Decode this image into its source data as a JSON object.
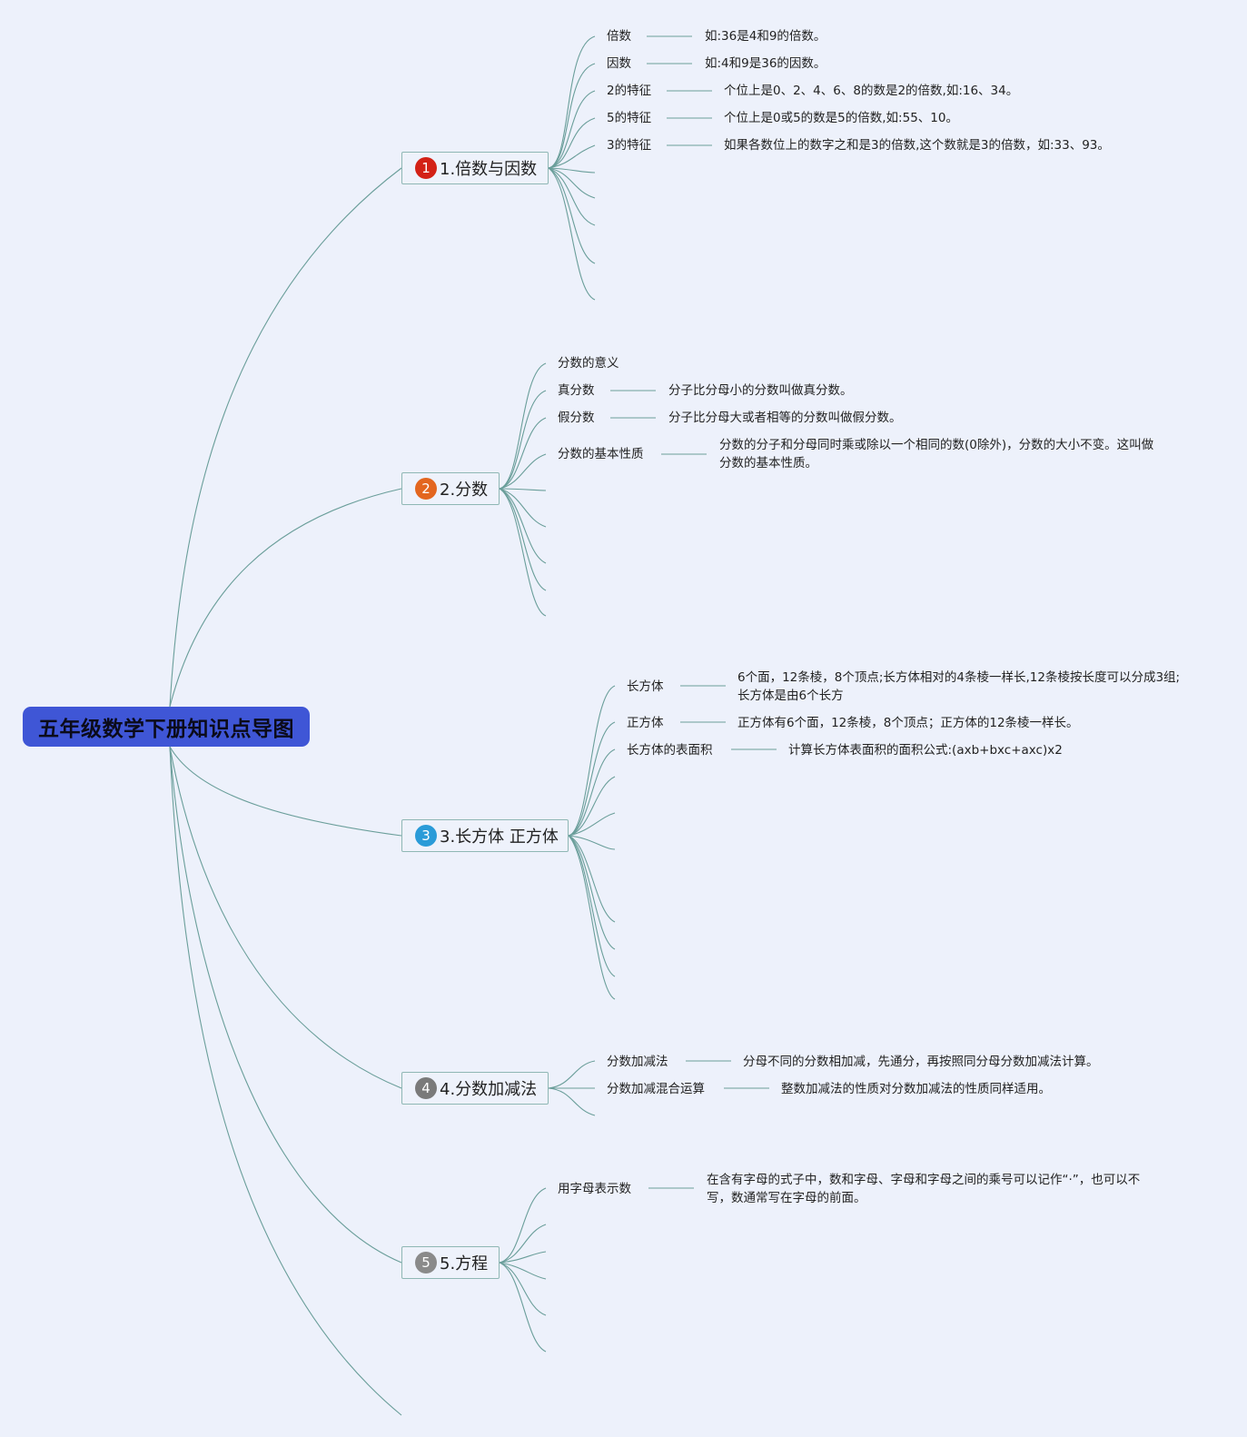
{
  "root": {
    "label": "五年级数学下册知识点导图"
  },
  "branches": [
    {
      "number": "1",
      "label": "1.倍数与因数",
      "badge_color": "#d32116",
      "topics": [
        {
          "label": "倍数",
          "detail": "如:36是4和9的倍数。"
        },
        {
          "label": "因数",
          "detail": "如:4和9是36的因数。"
        },
        {
          "label": "2的特征",
          "detail": "个位上是0、2、4、6、8的数是2的倍数,如:16、34。"
        },
        {
          "label": "5的特征",
          "detail": "个位上是0或5的数是5的倍数,如:55、10。"
        },
        {
          "label": "3的特征",
          "detail": "如果各数位上的数字之和是3的倍数,这个数就是3的倍数，如:33、93。"
        }
      ]
    },
    {
      "number": "2",
      "label": "2.分数",
      "badge_color": "#e3661f",
      "topics": [
        {
          "label": "分数的意义",
          "detail": ""
        },
        {
          "label": "真分数",
          "detail": "分子比分母小的分数叫做真分数。"
        },
        {
          "label": "假分数",
          "detail": "分子比分母大或者相等的分数叫做假分数。"
        },
        {
          "label": "分数的基本性质",
          "detail_line1": "分数的分子和分母同时乘或除以一个相同的数(0除外)，分数的大小不变。这叫做",
          "detail_line2": "分数的基本性质。"
        }
      ]
    },
    {
      "number": "3",
      "label": "3.长方体 正方体",
      "badge_color": "#2a9bd8",
      "topics": [
        {
          "label": "长方体",
          "detail_line1": "6个面，12条棱，8个顶点;长方体相对的4条棱一样长,12条棱按长度可以分成3组;",
          "detail_line2": "长方体是由6个长方"
        },
        {
          "label": "正方体",
          "detail": "正方体有6个面，12条棱，8个顶点；正方体的12条棱一样长。"
        },
        {
          "label": "长方体的表面积",
          "detail": "计算长方体表面积的面积公式:(axb+bxc+axc)x2"
        }
      ]
    },
    {
      "number": "4",
      "label": "4.分数加减法",
      "badge_color": "#7a7a7a",
      "topics": [
        {
          "label": "分数加减法",
          "detail": "分母不同的分数相加减，先通分，再按照同分母分数加减法计算。"
        },
        {
          "label": "分数加减混合运算",
          "detail": "整数加减法的性质对分数加减法的性质同样适用。"
        }
      ]
    },
    {
      "number": "5",
      "label": "5.方程",
      "badge_color": "#8a8a8a",
      "topics": [
        {
          "label": "用字母表示数",
          "detail_line1": "在含有字母的式子中，数和字母、字母和字母之间的乘号可以记作“·”，也可以不",
          "detail_line2": "写，数通常写在字母的前面。"
        }
      ]
    }
  ]
}
